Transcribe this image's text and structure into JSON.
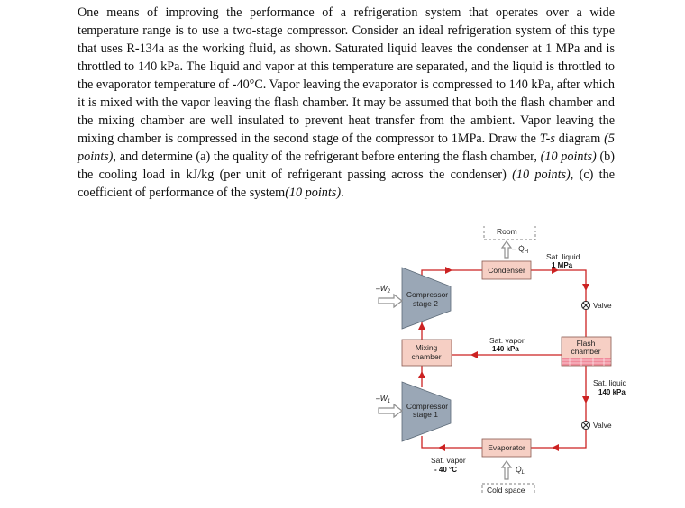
{
  "problem": {
    "s1": "One means of improving the performance of a refrigeration system that operates over a wide temperature range is to use a two-stage compressor. Consider an ideal refrigeration system of this type that uses R-134a as the working fluid, as shown. Saturated liquid leaves the condenser at 1 MPa and is throttled to 140 kPa. The liquid and vapor at this temperature are separated, and the liquid is throttled to the evaporator temperature of -40°C. Vapor leaving the evaporator is compressed to 140 kPa, after which it is mixed with the vapor leaving the flash chamber. It may be assumed that both the flash chamber and the mixing chamber are well insulated to prevent heat transfer from the ambient. Vapor leaving the mixing chamber is compressed in the second stage of the compressor to 1MPa. Draw the ",
    "ts": "T-s",
    "s2": " diagram ",
    "p1": "(5 points)",
    "s3": ", and determine (a) the quality of the refrigerant before entering the flash chamber, ",
    "p2": "(10 points)",
    "s4": " (b) the cooling load in kJ/kg (per unit of refrigerant passing across the condenser) ",
    "p3": "(10 points)",
    "s5": ", (c) the coefficient of performance of the system",
    "p4": "(10 points)",
    "s6": "."
  },
  "diagram": {
    "room": "Room",
    "qh": "– Q̇",
    "qh_sub": "H",
    "condenser": "Condenser",
    "sat_liquid_1": "Sat. liquid",
    "sat_liquid_1_p": "1 MPa",
    "valve1": "Valve",
    "flash_1": "Flash",
    "flash_2": "chamber",
    "sat_vapor_140": "Sat. vapor",
    "sat_vapor_140_p": "140 kPa",
    "mixing_1": "Mixing",
    "mixing_2": "chamber",
    "sat_liquid_140": "Sat. liquid",
    "sat_liquid_140_p": "140 kPa",
    "valve2": "Valve",
    "comp2_1": "Compressor",
    "comp2_2": "stage 2",
    "comp1_1": "Compressor",
    "comp1_2": "stage 1",
    "w2": "–Ẇ",
    "w2_sub": "2",
    "w1": "–Ẇ",
    "w1_sub": "1",
    "evaporator": "Evaporator",
    "sat_vapor_40": "Sat. vapor",
    "sat_vapor_40_t": "- 40 °C",
    "ql": "Q̇",
    "ql_sub": "L",
    "cold_space": "Cold space"
  },
  "colors": {
    "refrigerant_line": "#cc2222",
    "component_fill": "#f6cfc4",
    "compressor_fill": "#9aa7b6"
  }
}
